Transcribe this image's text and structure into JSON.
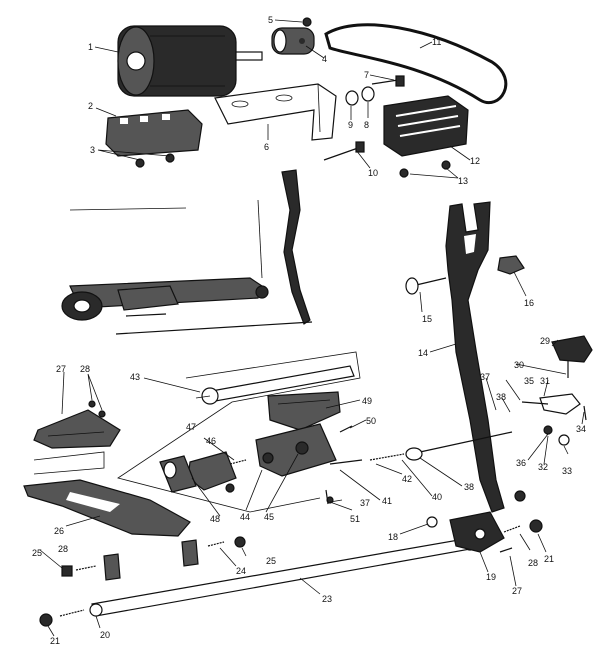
{
  "diagram": {
    "callouts": [
      {
        "id": "c1",
        "text": "1"
      },
      {
        "id": "c2",
        "text": "2"
      },
      {
        "id": "c3",
        "text": "3"
      },
      {
        "id": "c4",
        "text": "4"
      },
      {
        "id": "c5",
        "text": "5"
      },
      {
        "id": "c6",
        "text": "6"
      },
      {
        "id": "c7",
        "text": "7"
      },
      {
        "id": "c8",
        "text": "8"
      },
      {
        "id": "c9",
        "text": "9"
      },
      {
        "id": "c10",
        "text": "10"
      },
      {
        "id": "c11",
        "text": "11"
      },
      {
        "id": "c12",
        "text": "12"
      },
      {
        "id": "c13",
        "text": "13"
      },
      {
        "id": "c14",
        "text": "14"
      },
      {
        "id": "c15",
        "text": "15"
      },
      {
        "id": "c16",
        "text": "16"
      },
      {
        "id": "c18",
        "text": "18"
      },
      {
        "id": "c19",
        "text": "19"
      },
      {
        "id": "c20",
        "text": "20"
      },
      {
        "id": "c21a",
        "text": "21"
      },
      {
        "id": "c21b",
        "text": "21"
      },
      {
        "id": "c23",
        "text": "23"
      },
      {
        "id": "c24",
        "text": "24"
      },
      {
        "id": "c25a",
        "text": "25"
      },
      {
        "id": "c25b",
        "text": "25"
      },
      {
        "id": "c26",
        "text": "26"
      },
      {
        "id": "c27a",
        "text": "27"
      },
      {
        "id": "c27b",
        "text": "27"
      },
      {
        "id": "c28a",
        "text": "28"
      },
      {
        "id": "c28b",
        "text": "28"
      },
      {
        "id": "c28c",
        "text": "28"
      },
      {
        "id": "c29",
        "text": "29"
      },
      {
        "id": "c30",
        "text": "30"
      },
      {
        "id": "c31",
        "text": "31"
      },
      {
        "id": "c32",
        "text": "32"
      },
      {
        "id": "c33",
        "text": "33"
      },
      {
        "id": "c34",
        "text": "34"
      },
      {
        "id": "c35",
        "text": "35"
      },
      {
        "id": "c36",
        "text": "36"
      },
      {
        "id": "c37a",
        "text": "37"
      },
      {
        "id": "c37b",
        "text": "37"
      },
      {
        "id": "c38a",
        "text": "38"
      },
      {
        "id": "c38b",
        "text": "38"
      },
      {
        "id": "c40",
        "text": "40"
      },
      {
        "id": "c41",
        "text": "41"
      },
      {
        "id": "c42",
        "text": "42"
      },
      {
        "id": "c43",
        "text": "43"
      },
      {
        "id": "c44",
        "text": "44"
      },
      {
        "id": "c45",
        "text": "45"
      },
      {
        "id": "c46",
        "text": "46"
      },
      {
        "id": "c47",
        "text": "47"
      },
      {
        "id": "c48",
        "text": "48"
      },
      {
        "id": "c49",
        "text": "49"
      },
      {
        "id": "c50",
        "text": "50"
      },
      {
        "id": "c51",
        "text": "51"
      }
    ]
  }
}
